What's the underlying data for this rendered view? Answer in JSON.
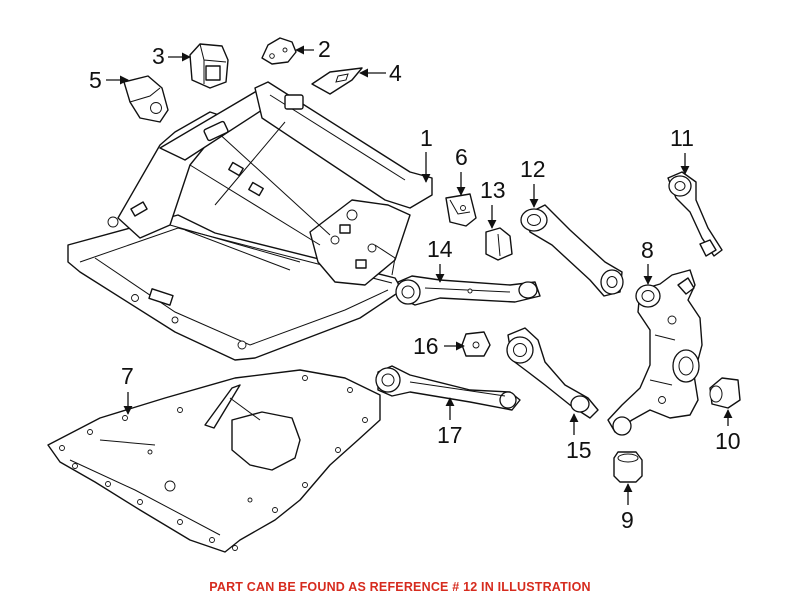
{
  "colors": {
    "line": "#111111",
    "footer": "#d62b1e",
    "background": "#ffffff"
  },
  "callouts": {
    "c1": "1",
    "c2": "2",
    "c3": "3",
    "c4": "4",
    "c5": "5",
    "c6": "6",
    "c7": "7",
    "c8": "8",
    "c9": "9",
    "c10": "10",
    "c11": "11",
    "c12": "12",
    "c13": "13",
    "c14": "14",
    "c15": "15",
    "c16": "16",
    "c17": "17"
  },
  "footer_note": "PART CAN BE FOUND AS REFERENCE # 12 IN ILLUSTRATION"
}
